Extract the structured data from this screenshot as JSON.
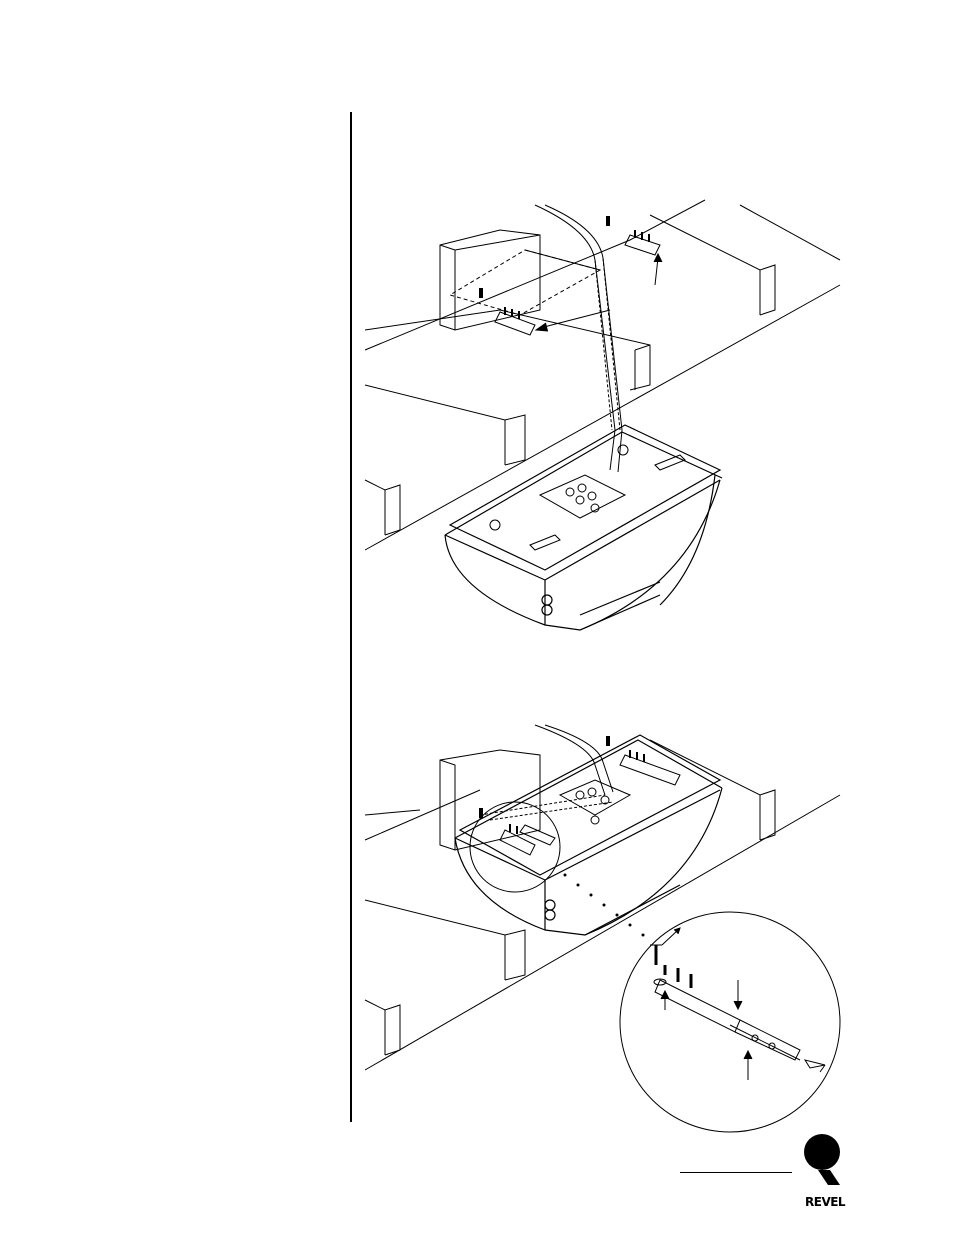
{
  "brand": {
    "logo_name": "REVEL",
    "logo_letter": "R"
  },
  "illustrations": [
    {
      "id": "top",
      "icon": "ceiling-mounting-bracket-overview"
    },
    {
      "id": "bottom",
      "icon": "speaker-bracket-attachment-detail"
    }
  ],
  "colors": {
    "ink": "#000000",
    "paper": "#ffffff"
  }
}
